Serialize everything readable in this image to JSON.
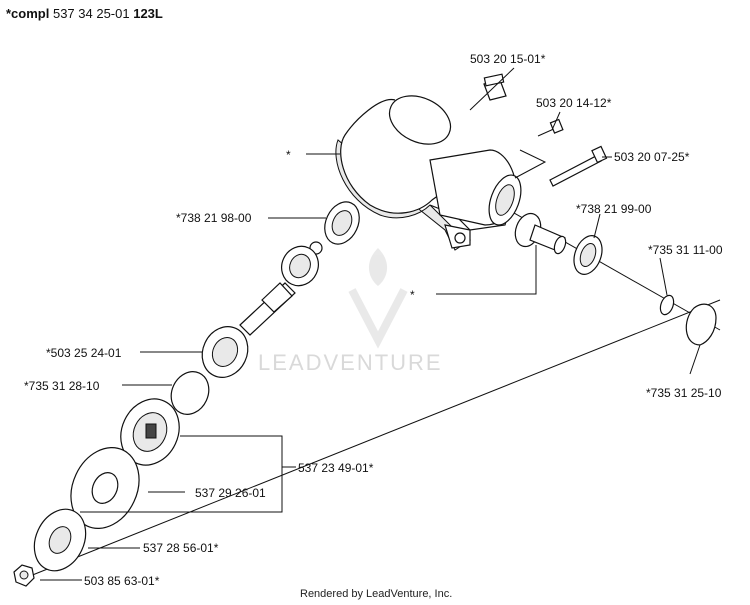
{
  "header": {
    "prefix": "*compl",
    "part_number": "537 34 25-01",
    "model": "123L"
  },
  "callouts": [
    {
      "id": "c1",
      "text": "503 20 15-01*"
    },
    {
      "id": "c2",
      "text": "503 20 14-12*"
    },
    {
      "id": "c3",
      "text": "503 20 07-25*"
    },
    {
      "id": "c4",
      "text": "*"
    },
    {
      "id": "c5",
      "text": "*738 21 98-00"
    },
    {
      "id": "c6",
      "text": "*738 21 99-00"
    },
    {
      "id": "c7",
      "text": "*735 31 11-00"
    },
    {
      "id": "c8",
      "text": "*"
    },
    {
      "id": "c9",
      "text": "*503 25 24-01"
    },
    {
      "id": "c10",
      "text": "*735 31 28-10"
    },
    {
      "id": "c11",
      "text": "*735 31 25-10"
    },
    {
      "id": "c12",
      "text": "537 23 49-01*"
    },
    {
      "id": "c13",
      "text": "537 29 26-01"
    },
    {
      "id": "c14",
      "text": "537 28 56-01*"
    },
    {
      "id": "c15",
      "text": "503 85 63-01*"
    }
  ],
  "watermark": "LEADVENTURE",
  "footer": "Rendered by LeadVenture, Inc."
}
